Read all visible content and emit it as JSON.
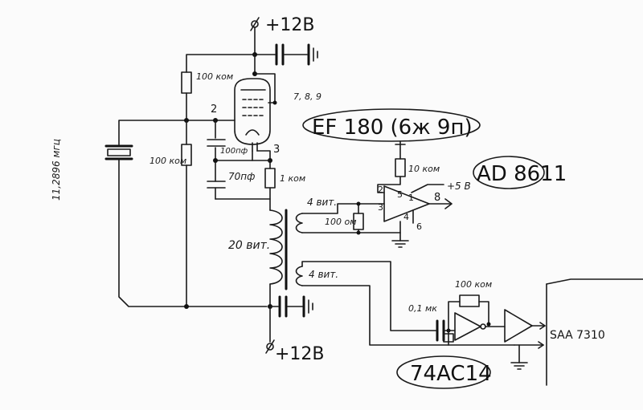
{
  "supply": {
    "top": "+12В",
    "bottom": "+12В"
  },
  "tube": {
    "pins": "7, 8, 9",
    "pin2": "2",
    "pin3": "3"
  },
  "components": {
    "r_anode": "100 ком",
    "r_grid": "100 ком",
    "c_100": "100пф",
    "c_70": "70пф",
    "r_cathode": "1 ком",
    "r_opamp": "10 ком",
    "r_load": "100 ом",
    "r_feedback": "100 ком",
    "c_input": "0,1 мк"
  },
  "crystal": "11,2896 мгц",
  "coils": {
    "primary": "20 вит.",
    "secondary1": "4 вит.",
    "secondary2": "4 вит."
  },
  "opamp": {
    "pin2": "2",
    "pin3": "3",
    "pin5": "5",
    "pin1": "1",
    "pin4": "4",
    "pin6": "6",
    "out_pin": "8",
    "supply": "+5 В"
  },
  "chip_labels": {
    "tube": "EF 180 (6ж 9п)",
    "opamp": "AD 8611",
    "inverter": "74AC14",
    "receiver": "SAA 7310"
  }
}
